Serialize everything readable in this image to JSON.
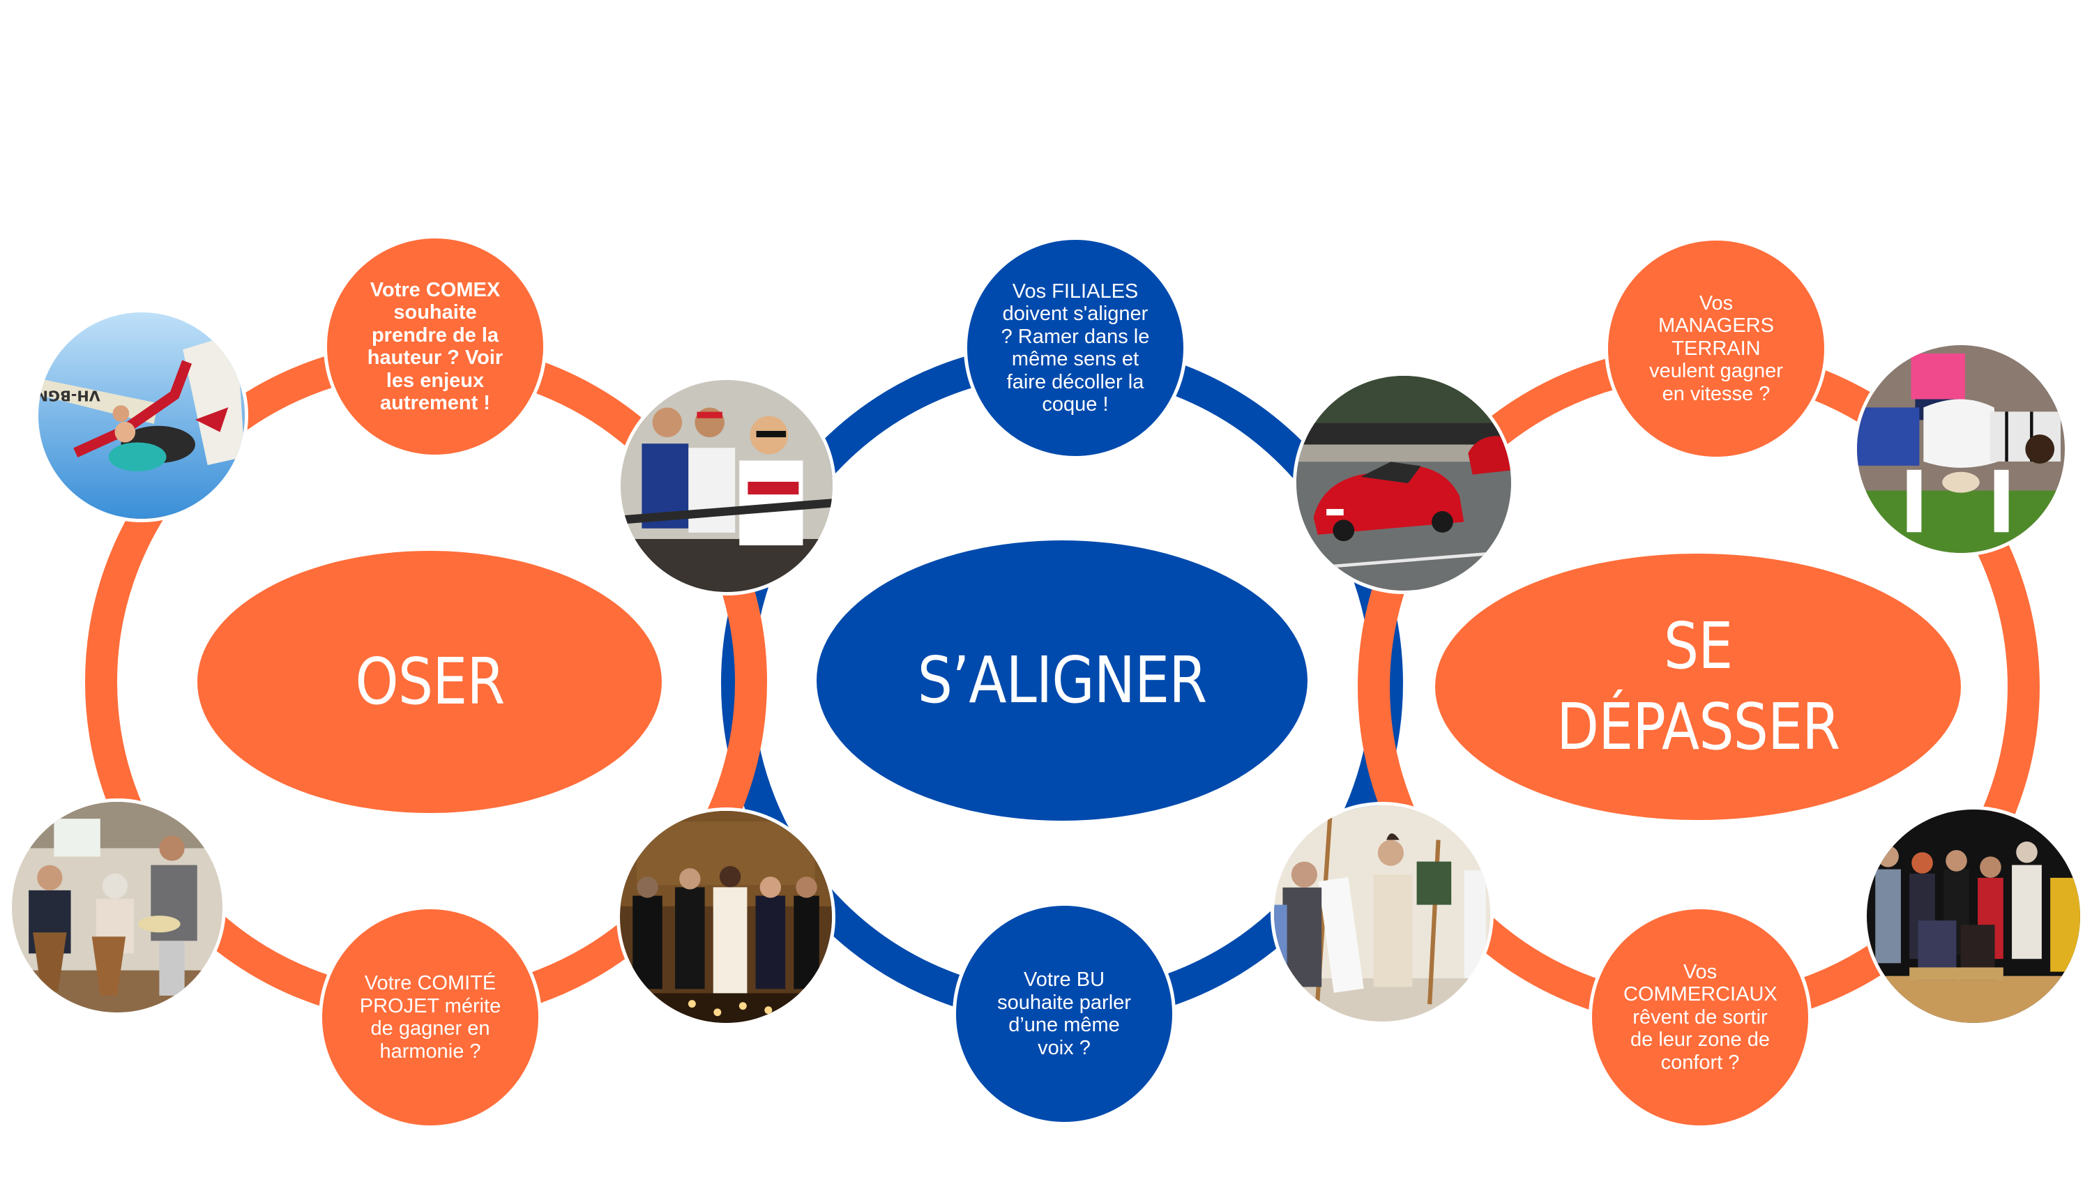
{
  "colors": {
    "orange": "#FF6D3A",
    "blue": "#004AAD",
    "background": "#FFFFFF",
    "text": "#FFFFFF"
  },
  "pillars": [
    {
      "id": "oser",
      "label": "OSER",
      "color": "orange",
      "top_bubble": "Votre COMEX souhaite prendre de la hauteur ? Voir les enjeux autrement !",
      "bottom_bubble": "Votre COMITÉ PROJET mérite de gagner en harmonie ?",
      "photos": [
        {
          "icon": "skydiving-photo",
          "caption_on_image": "VH-BGM"
        },
        {
          "icon": "rowing-photo"
        },
        {
          "icon": "drums-photo"
        },
        {
          "icon": "choir-photo"
        }
      ]
    },
    {
      "id": "saligner",
      "label": "S’ALIGNER",
      "color": "blue",
      "top_bubble": "Vos FILIALES doivent s'aligner ? Ramer dans le même sens et faire décoller la coque !",
      "bottom_bubble": "Votre BU souhaite parler d’une même voix ?",
      "photos": []
    },
    {
      "id": "sedepasser",
      "label": "SE\nDÉPASSER",
      "color": "orange",
      "top_bubble": "Vos MANAGERS TERRAIN veulent gagner en vitesse ?",
      "bottom_bubble": "Vos COMMERCIAUX rêvent de sortir de leur zone de confort ?",
      "photos": [
        {
          "icon": "racing-car-photo"
        },
        {
          "icon": "rugby-scrum-photo"
        },
        {
          "icon": "painting-class-photo"
        },
        {
          "icon": "theatre-troupe-photo"
        }
      ]
    }
  ]
}
